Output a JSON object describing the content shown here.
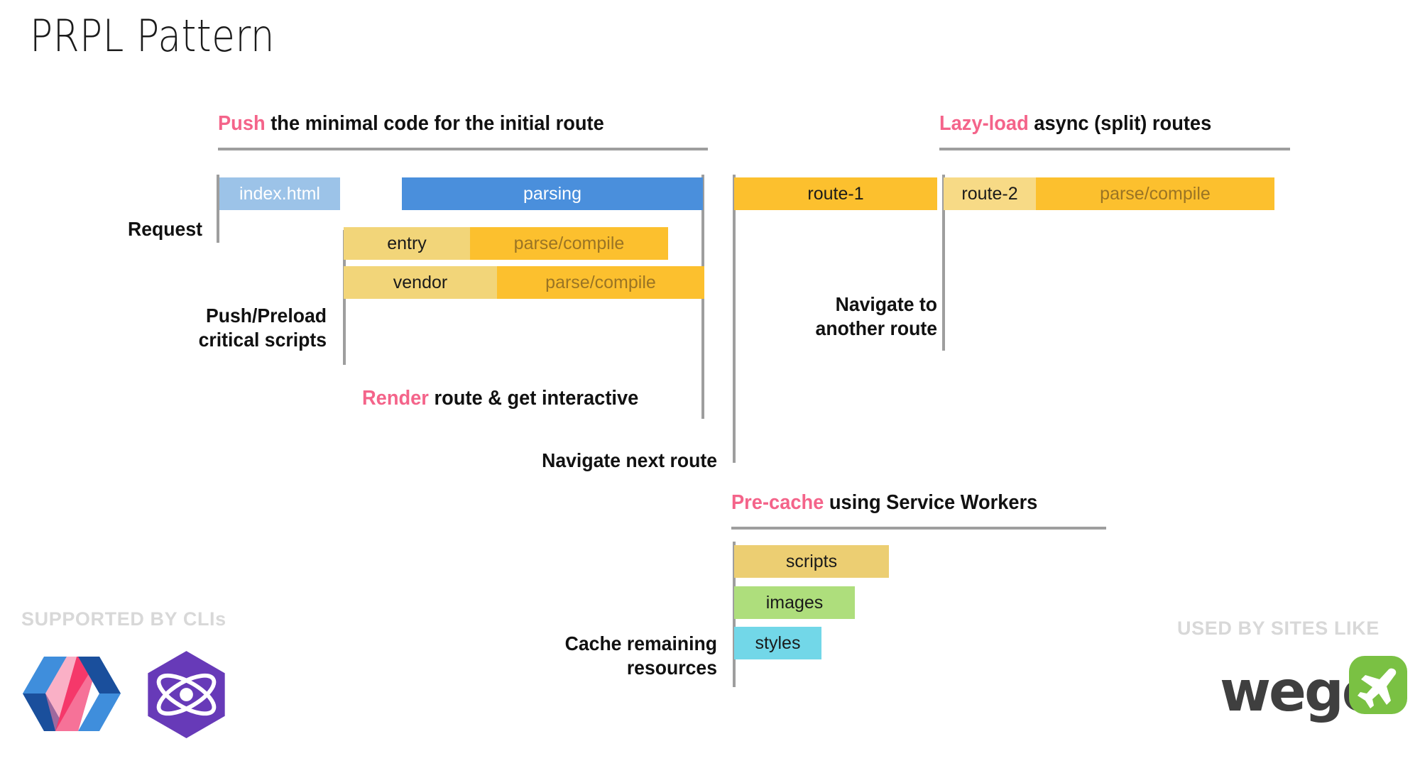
{
  "slide": {
    "title": "PRPL Pattern",
    "background": "#ffffff",
    "accent_pink": "#f4648a",
    "rule_gray": "#9e9e9e"
  },
  "sections": {
    "push": {
      "accent": "Push",
      "rest": " the minimal code for the initial route"
    },
    "lazy": {
      "accent": "Lazy-load",
      "rest": " async (split) routes"
    },
    "render": {
      "accent": "Render",
      "rest": " route & get interactive"
    },
    "precache": {
      "accent": "Pre-cache",
      "rest": " using Service Workers"
    }
  },
  "flow_labels": {
    "request": "Request",
    "push_preload": "Push/Preload\ncritical scripts",
    "navigate_next": "Navigate next route",
    "navigate_another": "Navigate to\nanother route",
    "cache_remaining": "Cache remaining\nresources"
  },
  "bars": {
    "index_html": {
      "segments": [
        {
          "label": "index.html",
          "color": "#9cc3e8",
          "text_color": "white"
        }
      ]
    },
    "parsing": {
      "segments": [
        {
          "label": "parsing",
          "color": "#4a8fdc",
          "text_color": "white"
        }
      ]
    },
    "entry": {
      "segments": [
        {
          "label": "entry",
          "color": "#f2d579",
          "text_color": "dark"
        },
        {
          "label": "parse/compile",
          "color": "#fcc02e",
          "text_color": "brown"
        }
      ]
    },
    "vendor": {
      "segments": [
        {
          "label": "vendor",
          "color": "#f2d579",
          "text_color": "dark"
        },
        {
          "label": "parse/compile",
          "color": "#fcc02e",
          "text_color": "brown"
        }
      ]
    },
    "route_1": {
      "segments": [
        {
          "label": "route-1",
          "color": "#fcc02e",
          "text_color": "dark"
        }
      ]
    },
    "route_2": {
      "segments": [
        {
          "label": "route-2",
          "color": "#f7da86",
          "text_color": "dark"
        },
        {
          "label": "parse/compile",
          "color": "#fcc02e",
          "text_color": "brown"
        }
      ]
    },
    "scripts": {
      "segments": [
        {
          "label": "scripts",
          "color": "#ecce72",
          "text_color": "dark"
        }
      ]
    },
    "images": {
      "segments": [
        {
          "label": "images",
          "color": "#aede7c",
          "text_color": "dark"
        }
      ]
    },
    "styles": {
      "segments": [
        {
          "label": "styles",
          "color": "#72d7e8",
          "text_color": "dark"
        }
      ]
    }
  },
  "footer": {
    "left_caption": "SUPPORTED BY CLIs",
    "right_caption": "USED BY SITES LIKE",
    "logos": [
      {
        "name": "polymer-logo",
        "colors": [
          "#3f8edc",
          "#1a4f9c",
          "#f5386a",
          "#f67ca0"
        ]
      },
      {
        "name": "preact-logo",
        "colors": [
          "#673ab8",
          "#ffffff"
        ]
      },
      {
        "name": "wego-logo",
        "text": "wego",
        "mark_color": "#7ac143",
        "text_color": "#3f3f3f"
      }
    ]
  }
}
